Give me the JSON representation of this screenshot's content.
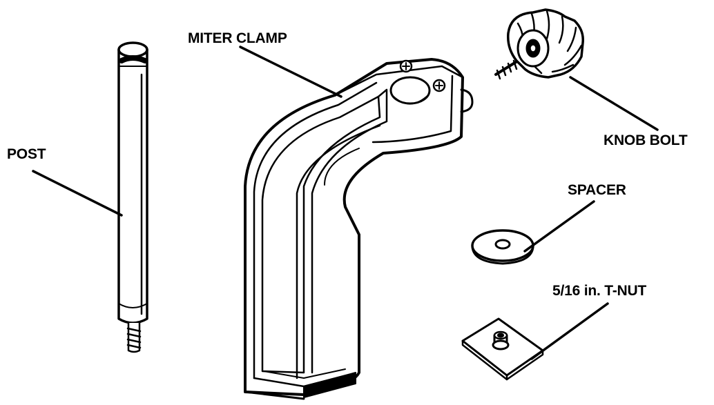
{
  "labels": {
    "post": "POST",
    "miter_clamp": "MITER CLAMP",
    "knob_bolt": "KNOB BOLT",
    "spacer": "SPACER",
    "t_nut": "5/16 in. T-NUT"
  },
  "colors": {
    "ink": "#000000",
    "paper": "#ffffff"
  }
}
